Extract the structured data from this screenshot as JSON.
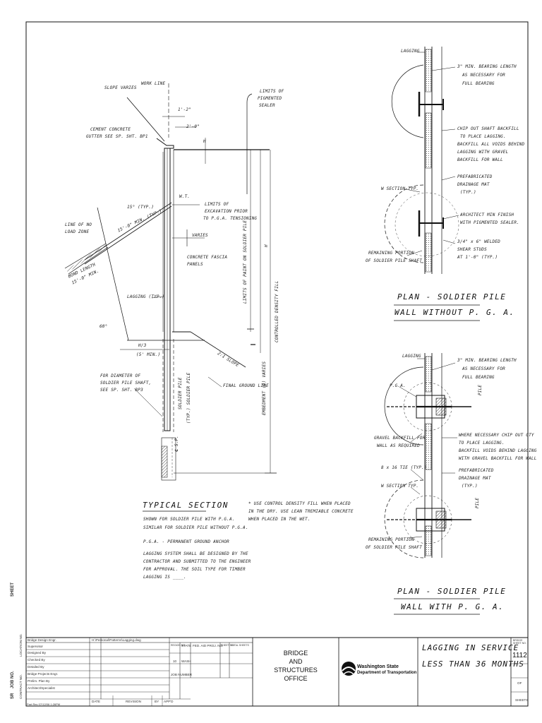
{
  "side_strip": {
    "sr": "SR",
    "job_no": "JOB NO.",
    "sheet": "SHEET",
    "contract": "CONTRACT NO.",
    "location": "LOCATION NO."
  },
  "section_labels": {
    "slope_varies": "SLOPE VARIES",
    "work_line": "WORK LINE",
    "limits_of_sealer_1": "LIMITS OF",
    "limits_of_sealer_2": "PIGMENTED",
    "limits_of_sealer_3": "SEALER",
    "gutter_1": "CEMENT CONCRETE",
    "gutter_2": "GUTTER SEE SP. SHT. BP1",
    "dim_1_2": "1'-2\"",
    "dim_2_0": "2'-0\"",
    "h_mark": "H",
    "line_no_load_1": "LINE OF NO",
    "line_no_load_2": "LOAD ZONE",
    "angle_15": "15° (TYP.)",
    "anchor_min": "15'-0\" MIN. (TYP.)",
    "bond_length_1": "BOND LENGTH",
    "bond_length_2": "15'-0\" MIN.",
    "wt": "W.T.",
    "excavation_1": "LIMITS OF",
    "excavation_2": "EXCAVATION PRIOR",
    "excavation_3": "TO P.G.A. TENSIONING",
    "varies": "VARIES",
    "fascia_1": "CONCRETE FASCIA",
    "fascia_2": "PANELS",
    "lagging_typ": "LAGGING (TYP.)",
    "angle_60": "60°",
    "h3_1": "H/3",
    "h3_2": "(5' MIN.)",
    "slope_2_1": "2:1 SLOPE",
    "final_ground": "FINAL GROUND LINE",
    "limits_paint": "LIMITS OF PAINT ON SOLDIER PILE",
    "h_dim": "H",
    "controlled_fill": "CONTROLLED DENSITY FILL",
    "embedment": "EMBEDMENT (D) VARIES",
    "dia_1": "FOR DIAMETER OF",
    "dia_2": "SOLDIER PILE SHAFT,",
    "dia_3": "SEE SP. SHT. BP3",
    "soldier_pile_1": "SOLDIER PILE",
    "soldier_pile_2": "(TYP.) SOLDIER PILE",
    "cl_mark": "℄ S.P."
  },
  "typical_section": {
    "title": "TYPICAL SECTION",
    "notes": [
      "SHOWN FOR SOLDIER PILE WITH P.G.A.",
      "SIMILAR FOR SOLDIER PILE WITHOUT P.G.A.",
      "",
      "P.G.A. - PERMANENT GROUND ANCHOR",
      "",
      "LAGGING SYSTEM SHALL BE DESIGNED BY THE",
      "CONTRACTOR AND SUBMITTED TO THE ENGINEER",
      "FOR APPROVAL. THE SOIL TYPE FOR TIMBER",
      "LAGGING IS ____."
    ],
    "footnote": [
      "*  USE CONTROL DENSITY FILL WHEN PLACED",
      "   IN THE DRY. USE LEAN TREMIABLE CONCRETE",
      "   WHEN PLACED IN THE WET."
    ]
  },
  "plan_without": {
    "title_1": "PLAN - SOLDIER PILE",
    "title_2": "WALL WITHOUT P. G. A.",
    "lagging": "LAGGING",
    "bearing_1": "3\" MIN. BEARING LENGTH",
    "bearing_2": "AS NECESSARY FOR",
    "bearing_3": "FULL BEARING",
    "chip_1": "CHIP OUT SHAFT BACKFILL",
    "chip_2": "TO PLACE LAGGING.",
    "chip_3": "BACKFILL ALL VOIDS BEHIND",
    "chip_4": "LAGGING WITH GRAVEL",
    "chip_5": "BACKFILL FOR WALL",
    "w_section": "W SECTION TYP.",
    "drain_1": "PREFABRICATED",
    "drain_2": "DRAINAGE MAT",
    "drain_3": "(TYP.)",
    "finish_1": "ARCHITECT MIN FINISH",
    "finish_2": "WITH PIGMENTED SEALER.",
    "studs_1": "3/4\" x 6\" WELDED",
    "studs_2": "SHEAR STUDS",
    "studs_3": "AT 1'-0\" (TYP.)",
    "remain_1": "REMAINING PORTION",
    "remain_2": "OF SOLDIER PILE SHAFT"
  },
  "plan_with": {
    "title_1": "PLAN - SOLDIER PILE",
    "title_2": "WALL WITH P. G. A.",
    "lagging": "LAGGING",
    "bearing_1": "3\" MIN. BEARING LENGTH",
    "bearing_2": "AS NECESSARY FOR",
    "bearing_3": "FULL BEARING",
    "pga": "P.G.A.",
    "pile": "PILE",
    "gravel_1": "GRAVEL BACKFILL FOR",
    "gravel_2": "WALL AS REQUIRED",
    "chip_1": "WHERE NECESSARY CHIP OUT CTY",
    "chip_2": "TO PLACE LAGGING.",
    "chip_3": "BACKFILL VOIDS BEHIND LAGGING",
    "chip_4": "WITH GRAVEL BACKFILL FOR WALL",
    "tie": "8 x 16 TIE (TYP.)",
    "w_section": "W SECTION TYP.",
    "drain_1": "PREFABRICATED",
    "drain_2": "DRAINAGE MAT",
    "drain_3": "(TYP.)",
    "remain_1": "REMAINING PORTION",
    "remain_2": "OF SOLDIER PILE SHAFT"
  },
  "title_block": {
    "rows": [
      "Bridge Design Engr.",
      "Supervisor",
      "Designed By",
      "Checked By",
      "Detailed By",
      "Bridge Projects Engr.",
      "Prelim. Plan By",
      "Architect/Specialist"
    ],
    "path": "H:\\Personal\\Patterns\\Lagging.dwg",
    "rev_headers": [
      "DATE",
      "REVISION",
      "BY",
      "APP'D"
    ],
    "col_headers": [
      "REGION NO.",
      "STATE",
      "FED. AID PROJ. NO.",
      "SHEET NO.",
      "TOTAL SHEETS"
    ],
    "region_no": "10",
    "state": "WASH",
    "job_number": "JOB NUMBER",
    "office_1": "BRIDGE",
    "office_2": "AND",
    "office_3": "STRUCTURES",
    "office_4": "OFFICE",
    "wsdot_1": "Washington State",
    "wsdot_2": "Department of Transportation",
    "sheet_title_1": "LAGGING IN SERVICE",
    "sheet_title_2": "LESS THAN 36 MONTHS",
    "bridge_sheet_no": "BRIDGE SHEET NO.",
    "sheet_no": "1112",
    "of": "OF",
    "sheets": "SHEETS",
    "bottom_left": "Part Rev 07/12/06 1:26PM"
  }
}
